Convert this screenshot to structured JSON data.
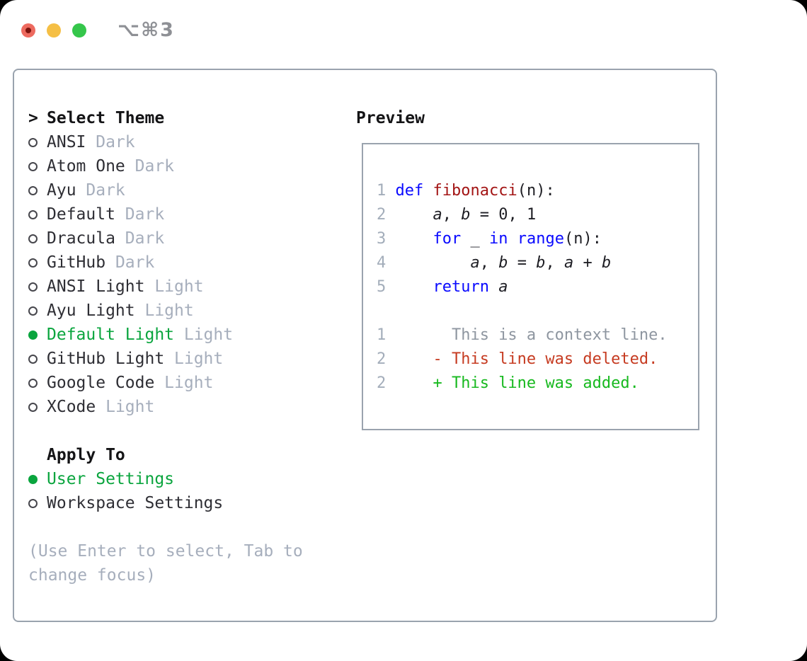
{
  "titlebar": {
    "shortcut": "⌥⌘3"
  },
  "sidebar": {
    "prompt": ">",
    "title": "Select Theme",
    "themes": [
      {
        "name": "ANSI",
        "variant": "Dark",
        "selected": false
      },
      {
        "name": "Atom One",
        "variant": "Dark",
        "selected": false
      },
      {
        "name": "Ayu",
        "variant": "Dark",
        "selected": false
      },
      {
        "name": "Default",
        "variant": "Dark",
        "selected": false
      },
      {
        "name": "Dracula",
        "variant": "Dark",
        "selected": false
      },
      {
        "name": "GitHub",
        "variant": "Dark",
        "selected": false
      },
      {
        "name": "ANSI Light",
        "variant": "Light",
        "selected": false
      },
      {
        "name": "Ayu Light",
        "variant": "Light",
        "selected": false
      },
      {
        "name": "Default Light",
        "variant": "Light",
        "selected": true
      },
      {
        "name": "GitHub Light",
        "variant": "Light",
        "selected": false
      },
      {
        "name": "Google Code",
        "variant": "Light",
        "selected": false
      },
      {
        "name": "XCode",
        "variant": "Light",
        "selected": false
      }
    ],
    "apply_to": {
      "title": "Apply To",
      "options": [
        {
          "name": "User Settings",
          "selected": true
        },
        {
          "name": "Workspace Settings",
          "selected": false
        }
      ]
    },
    "hint": "(Use Enter to select, Tab to change focus)"
  },
  "preview": {
    "title": "Preview",
    "code_lines": [
      {
        "num": "1",
        "tokens": [
          {
            "t": " ",
            "s": "d"
          },
          {
            "t": "def",
            "s": "k"
          },
          {
            "t": " ",
            "s": "d"
          },
          {
            "t": "fibonacci",
            "s": "f"
          },
          {
            "t": "(n):",
            "s": "d"
          }
        ]
      },
      {
        "num": "2",
        "tokens": [
          {
            "t": "     ",
            "s": "d"
          },
          {
            "t": "a",
            "s": "v"
          },
          {
            "t": ", ",
            "s": "d"
          },
          {
            "t": "b",
            "s": "v"
          },
          {
            "t": " = 0, 1",
            "s": "d"
          }
        ]
      },
      {
        "num": "3",
        "tokens": [
          {
            "t": "     ",
            "s": "d"
          },
          {
            "t": "for",
            "s": "k"
          },
          {
            "t": " _ ",
            "s": "d"
          },
          {
            "t": "in",
            "s": "k"
          },
          {
            "t": " ",
            "s": "d"
          },
          {
            "t": "range",
            "s": "k"
          },
          {
            "t": "(n):",
            "s": "d"
          }
        ]
      },
      {
        "num": "4",
        "tokens": [
          {
            "t": "         ",
            "s": "d"
          },
          {
            "t": "a",
            "s": "v"
          },
          {
            "t": ", ",
            "s": "d"
          },
          {
            "t": "b",
            "s": "v"
          },
          {
            "t": " = ",
            "s": "d"
          },
          {
            "t": "b",
            "s": "v"
          },
          {
            "t": ", ",
            "s": "d"
          },
          {
            "t": "a",
            "s": "v"
          },
          {
            "t": " + ",
            "s": "d"
          },
          {
            "t": "b",
            "s": "v"
          }
        ]
      },
      {
        "num": "5",
        "tokens": [
          {
            "t": "     ",
            "s": "d"
          },
          {
            "t": "return",
            "s": "k"
          },
          {
            "t": " ",
            "s": "d"
          },
          {
            "t": "a",
            "s": "v"
          }
        ]
      },
      {
        "num": "",
        "tokens": []
      },
      {
        "num": "1",
        "tokens": [
          {
            "t": "       This is a context line.",
            "s": "ctx"
          }
        ]
      },
      {
        "num": "2",
        "tokens": [
          {
            "t": "     - This line was deleted.",
            "s": "del"
          }
        ]
      },
      {
        "num": "2",
        "tokens": [
          {
            "t": "     + This line was added.",
            "s": "add"
          }
        ]
      }
    ]
  },
  "colors": {
    "selection_green": "#0aa53e",
    "keyword_blue": "#0a0aff",
    "function_red": "#a31515",
    "deleted_red": "#c63b21",
    "added_green": "#17b91f",
    "muted_gray": "#a6aebc",
    "panel_border": "#9aa3ae",
    "traffic_red": "#ed6a5f",
    "traffic_yellow": "#f5bf45",
    "traffic_green": "#35c64b"
  }
}
